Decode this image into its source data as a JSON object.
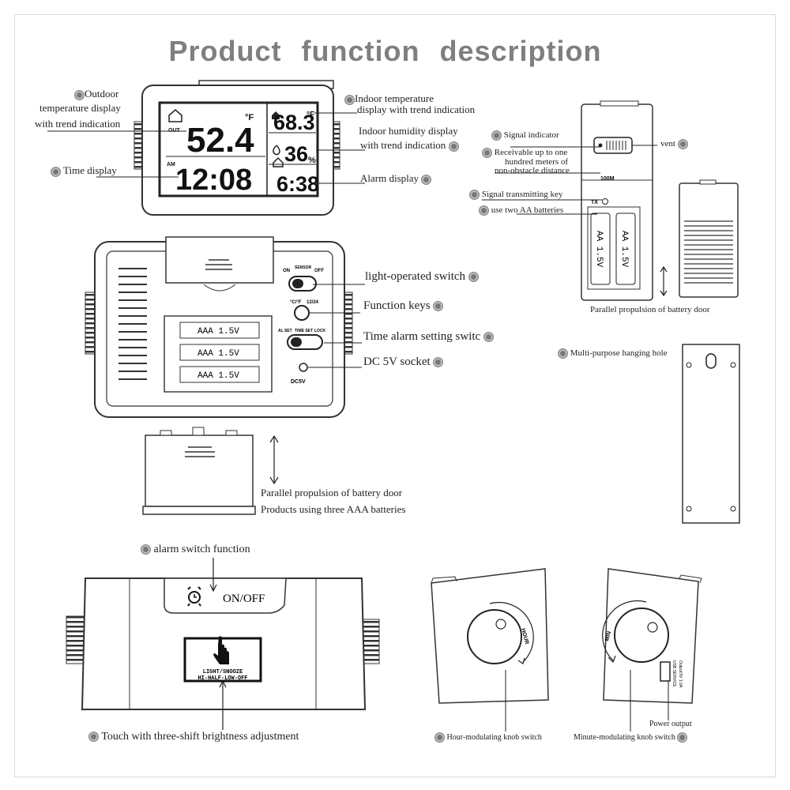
{
  "title": "Product function description",
  "labels": {
    "outdoor_l1": "Outdoor",
    "outdoor_l2": "temperature display",
    "outdoor_l3": "with trend indication",
    "time_display": "Time display",
    "indoor_temp_l1": "Indoor temperature",
    "indoor_temp_l2": "display with trend indication",
    "indoor_hum_l1": "Indoor humidity display",
    "indoor_hum_l2": "with trend indication",
    "alarm_display": "Alarm display",
    "light_switch": "light-operated switch",
    "function_keys": "Function keys",
    "time_alarm_switch": "Time alarm setting switc",
    "dc_socket": "DC 5V socket",
    "battery_door_l1": "Parallel propulsion of battery door",
    "battery_door_l2": "Products using three AAA batteries",
    "signal_indicator": "Signal indicator",
    "receivable_l1": "Receivable up to one",
    "receivable_l2": "hundred meters of",
    "receivable_l3": "non-obstacle distance",
    "vent": "vent",
    "signal_key": "Signal transmitting key",
    "two_aa": "use two AA batteries",
    "sensor_door": "Parallel propulsion of battery door",
    "hanging_hole": "Multi-purpose hanging hole",
    "alarm_switch": "alarm switch function",
    "touch": "Touch with three-shift brightness adjustment",
    "hour_knob": "Hour-modulating knob switch",
    "minute_knob": "Minute-modulating knob switch",
    "power_output": "Power output"
  },
  "lcd": {
    "outdoor_temp": "52.4",
    "outdoor_unit": "°F",
    "out_text": "OUT",
    "time": "12:08",
    "am": "AM",
    "indoor_temp": "68.3",
    "indoor_unit": "°F",
    "humidity": "36",
    "humidity_unit": "%",
    "alarm_time": "6:38"
  },
  "back_panel": {
    "sensor_on": "ON",
    "sensor_label": "SENSOR",
    "sensor_off": "OFF",
    "unit_toggle": "°C/°F",
    "hour_mode": "12/24",
    "al_set": "AL SET",
    "time_set": "TIME SET",
    "lock": "LOCK",
    "dc_label": "DC5V",
    "battery_label": "AAA 1.5V"
  },
  "sensor": {
    "range_label": "100M",
    "tx_label": "TX",
    "battery_label": "AA 1.5V"
  },
  "front": {
    "on_off": "ON/OFF",
    "light_line1": "LIGHT/SNOOZE",
    "light_line2": "HI-HALF-LOW-OFF"
  },
  "knobs": {
    "hour": "HOUR",
    "min": "MIN",
    "usb_l1": "USB SERVICE",
    "usb_l2": "Output:5V 1.0A"
  }
}
